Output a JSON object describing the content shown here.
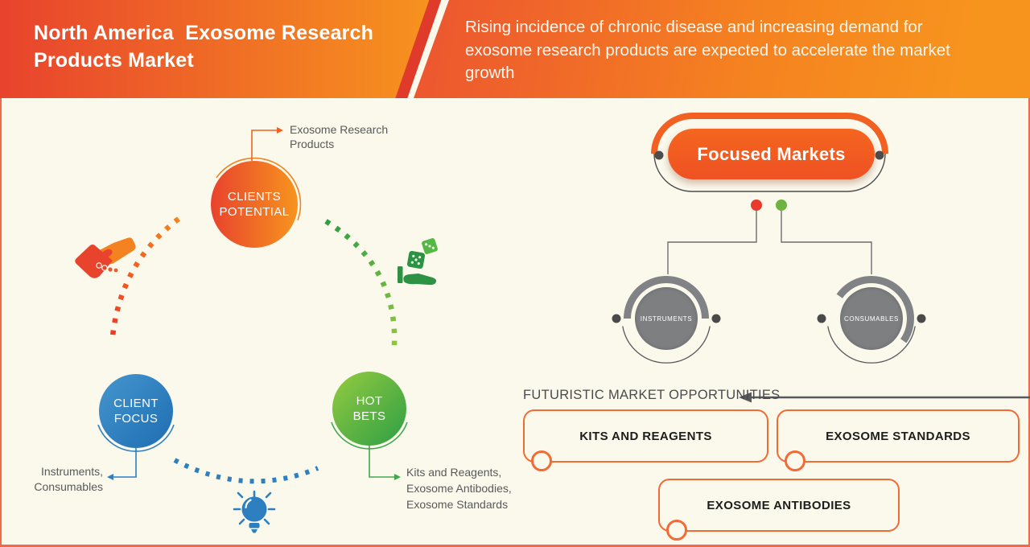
{
  "header": {
    "title": "North America  Exosome Research\nProducts Market",
    "subtitle": "Rising incidence of chronic disease and increasing demand for exosome research products are expected to accelerate the market growth"
  },
  "diagram": {
    "clients_potential": {
      "label": "CLIENTS\nPOTENTIAL",
      "callout": "Exosome Research\nProducts"
    },
    "client_focus": {
      "label": "CLIENT\nFOCUS",
      "callout": "Instruments,\nConsumables"
    },
    "hot_bets": {
      "label": "HOT\nBETS",
      "callout": "Kits and Reagents,\nExosome Antibodies,\nExosome Standards"
    },
    "icons": {
      "between_potential_and_focus": "handshake-icon",
      "between_potential_and_hot_bets": "hand-with-dice-icon",
      "between_focus_and_hot_bets": "lightbulb-icon"
    }
  },
  "focused": {
    "title": "Focused Markets",
    "nodes": [
      "INSTRUMENTS",
      "CONSUMABLES"
    ]
  },
  "opportunities": {
    "heading": "FUTURISTIC MARKET OPPORTUNITIES",
    "items": [
      "KITS AND REAGENTS",
      "EXOSOME STANDARDS",
      "EXOSOME ANTIBODIES"
    ]
  },
  "colors": {
    "accent_orange": "#F26122",
    "header_red": "#E8432D",
    "header_orange": "#F7941E",
    "background_cream": "#FBF9EC",
    "border_salmon": "#EE6A4A",
    "blue": "#2E7FC0",
    "green": "#2E9F45",
    "gray_node": "#7E7F81",
    "text_gray": "#58595B",
    "red_dot": "#E93B2D",
    "green_dot": "#6CB33F"
  }
}
